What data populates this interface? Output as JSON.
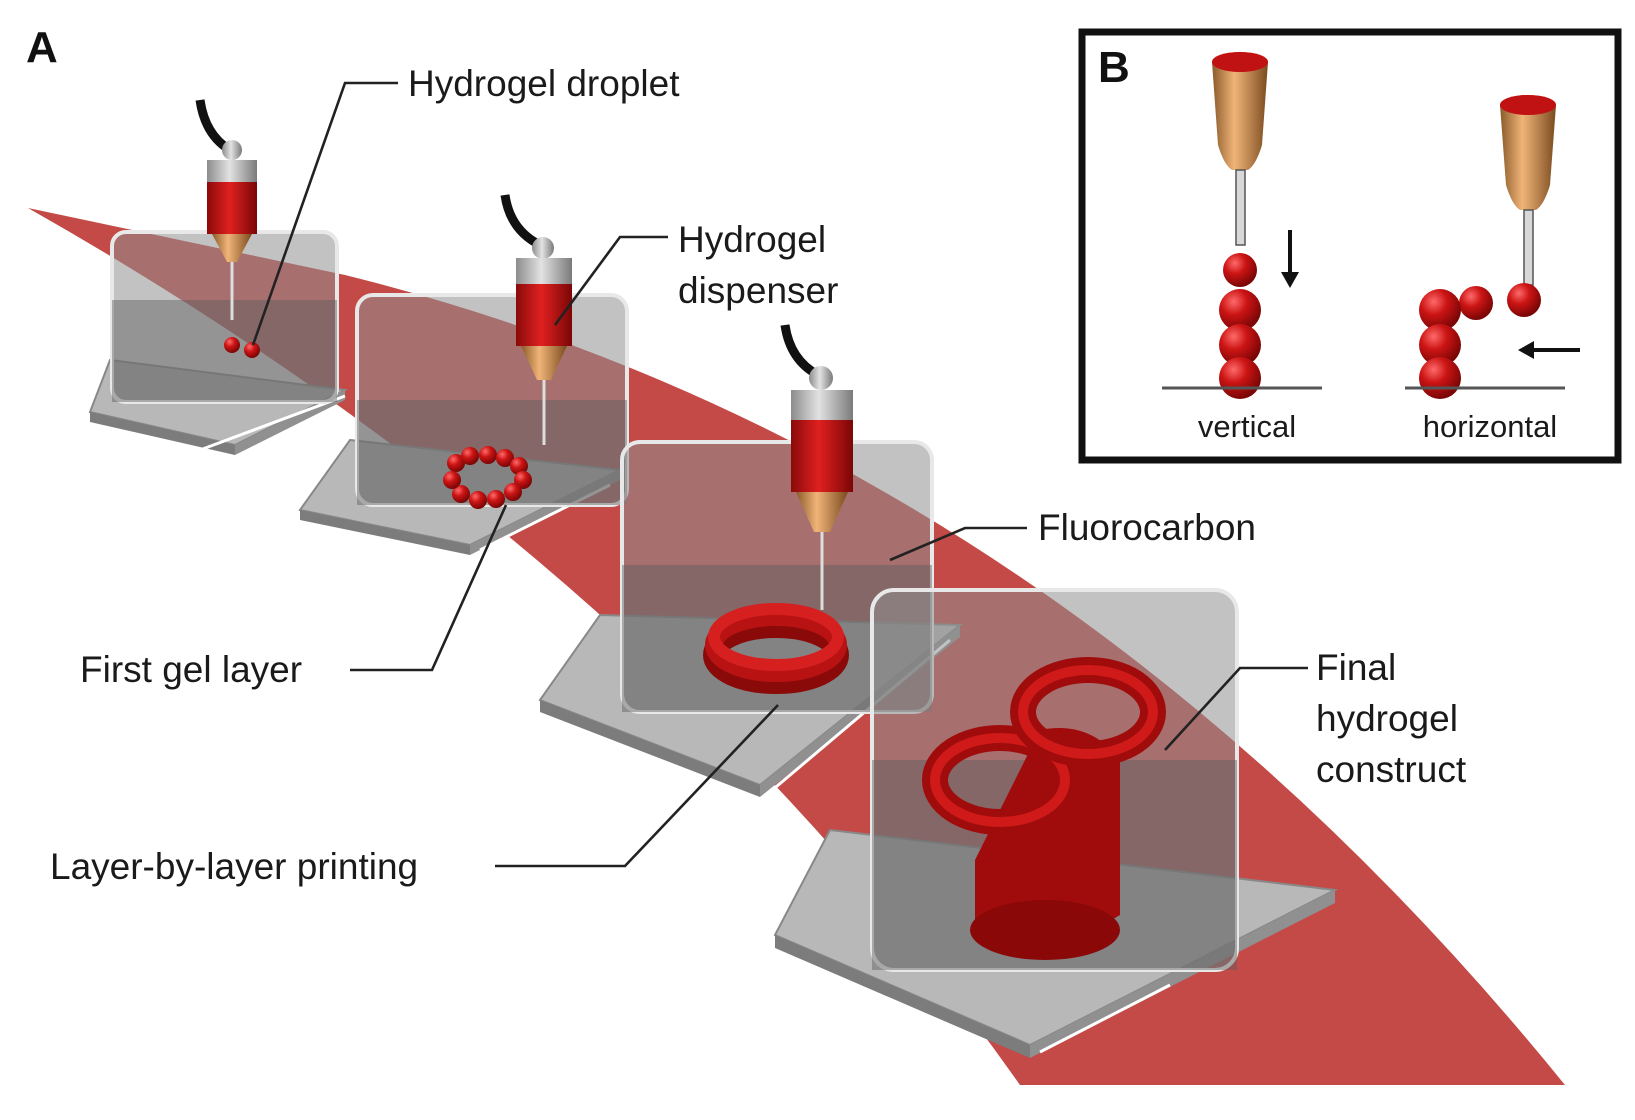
{
  "panel_a": {
    "letter": "A",
    "labels": {
      "droplet": "Hydrogel droplet",
      "dispenser_l1": "Hydrogel",
      "dispenser_l2": "dispenser",
      "fluorocarbon": "Fluorocarbon",
      "first_layer": "First gel layer",
      "layer_printing": "Layer-by-layer printing",
      "final_l1": "Final",
      "final_l2": "hydrogel",
      "final_l3": "construct"
    }
  },
  "panel_b": {
    "letter": "B",
    "vertical": "vertical",
    "horizontal": "horizontal"
  },
  "colors": {
    "track": "#c44a47",
    "droplet": "#c41414",
    "nozzle": "#c98a4e",
    "platform": "#a8a8a8"
  }
}
